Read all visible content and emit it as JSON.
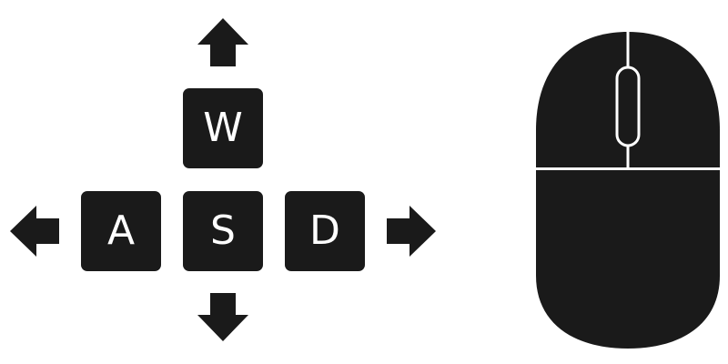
{
  "keys": {
    "up": "W",
    "left": "A",
    "down": "S",
    "right": "D"
  },
  "icons": {
    "arrow_up": "arrow-up-icon",
    "arrow_down": "arrow-down-icon",
    "arrow_left": "arrow-left-icon",
    "arrow_right": "arrow-right-icon",
    "mouse": "mouse-icon"
  },
  "colors": {
    "key_background": "#1a1a1a",
    "key_label": "#ffffff",
    "icon_fill": "#1a1a1a",
    "background": "#ffffff"
  }
}
